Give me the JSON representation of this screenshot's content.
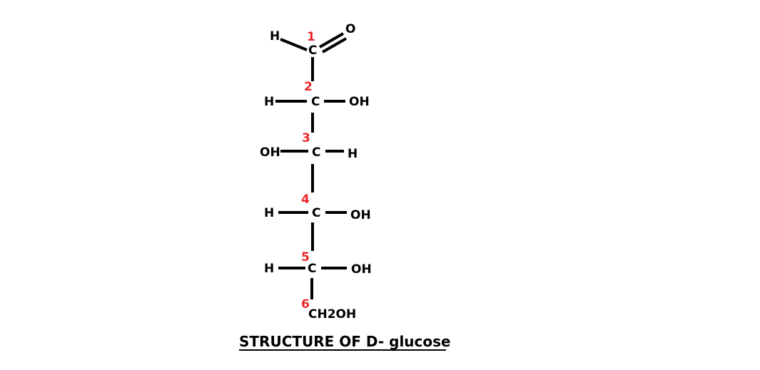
{
  "colors": {
    "atoms": "#000000",
    "bonds": "#000000",
    "carbon_numbers": "#e8262a"
  },
  "carbon_numbers": [
    "1",
    "2",
    "3",
    "4",
    "5",
    "6"
  ],
  "atoms": {
    "c1": {
      "h": "H",
      "c": "C",
      "o": "O"
    },
    "c2": {
      "left": "H",
      "c": "C",
      "right": "OH"
    },
    "c3": {
      "left": "OH",
      "c": "C",
      "right": "H"
    },
    "c4": {
      "left": "H",
      "c": "C",
      "right": "OH"
    },
    "c5": {
      "left": "H",
      "c": "C",
      "right": "OH"
    },
    "c6": {
      "group": "CH2OH"
    }
  },
  "caption": "STRUCTURE OF D- glucose"
}
